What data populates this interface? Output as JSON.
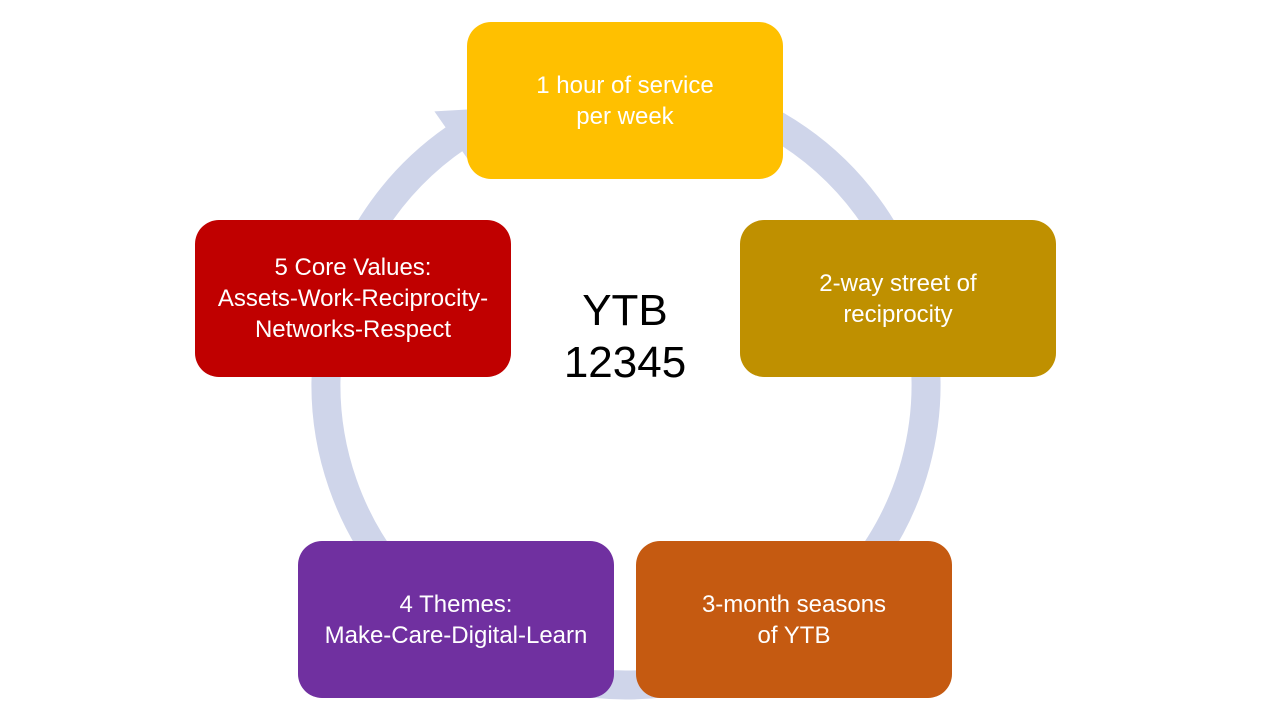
{
  "diagram": {
    "center": {
      "line1": "YTB",
      "line2": "12345"
    },
    "ring_color": "#cfd5ea",
    "nodes": [
      {
        "lines": [
          "1 hour of service",
          "per week"
        ],
        "color": "#ffc000"
      },
      {
        "lines": [
          "2-way street of",
          "reciprocity"
        ],
        "color": "#bf9000"
      },
      {
        "lines": [
          "3-month seasons",
          "of YTB"
        ],
        "color": "#c55a11"
      },
      {
        "lines": [
          "4 Themes:",
          "Make-Care-Digital-Learn"
        ],
        "color": "#7030a0"
      },
      {
        "lines": [
          "5 Core Values:",
          "Assets-Work-Reciprocity-",
          "Networks-Respect"
        ],
        "color": "#c00000"
      }
    ]
  }
}
